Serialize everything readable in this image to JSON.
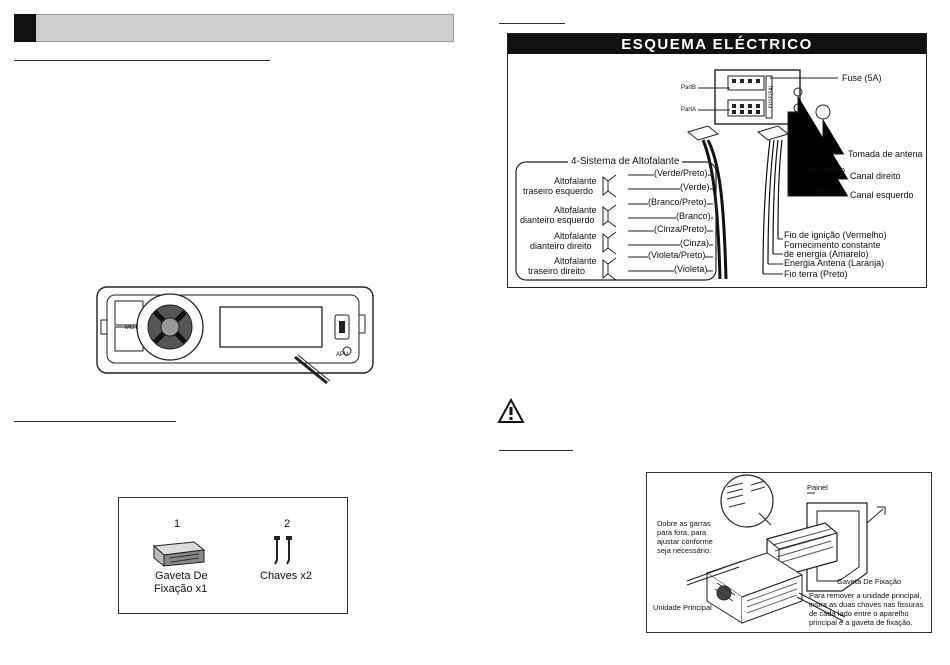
{
  "wiring": {
    "title": "ESQUEMA ELÉCTRICO",
    "part_b": "PartB",
    "part_a": "PartA",
    "fuse_vertical": "FUSE(5A)",
    "fuse": "Fuse (5A)",
    "antenna_socket": "Tomada de antena",
    "red": "Vermelho",
    "right_channel": "Canal direito",
    "white": "Branco",
    "left_channel": "Canal esquerdo",
    "speaker_system": "4-Sistema de Altofalante",
    "speakers": [
      {
        "l1": "Altofalante",
        "l2": "traseiro esquerdo"
      },
      {
        "l1": "Altofalante",
        "l2": "dianteiro esquerdo"
      },
      {
        "l1": "Altofalante",
        "l2": "dianteiro direito"
      },
      {
        "l1": "Altofalante",
        "l2": "traseiro direito"
      }
    ],
    "wires": [
      "(Verde/Preto)",
      "(Verde)",
      "(Branco/Preto)",
      "(Branco)",
      "(Cinza/Preto)",
      "(Cinza)",
      "(Violeta/Preto)",
      "(Violeta)"
    ],
    "ignition": "Fio de ignição (Vermelho)",
    "constant_1": "Fornecimento constante",
    "constant_2": "de energia (Amarelo)",
    "antenna_power": "Energia Antena (Laranja)",
    "ground": "Fio terra (Preto)"
  },
  "accessories": {
    "item1_num": "1",
    "item1_l1": "Gaveta De",
    "item1_l2": "Fixação x1",
    "item2_num": "2",
    "item2_label": "Chaves x2"
  },
  "installation": {
    "panel": "Painel",
    "bend_1": "Dobre as garras",
    "bend_2": "para fora, para",
    "bend_3": "ajustar conforme",
    "bend_4": "seja necessário.",
    "sleeve": "Gaveta De Fixação",
    "main_unit": "Unidade Principal",
    "remove_1": "Para remover a unidade principal,",
    "remove_2": "insira as duas chaves nas fissuras",
    "remove_3": "de cada lado entre o aparelho",
    "remove_4": "principal e a gaveta de fixação."
  },
  "radio": {
    "btn_mute": "MUT",
    "btn_apu": "APU"
  },
  "warning_icon": "warning-triangle-icon"
}
